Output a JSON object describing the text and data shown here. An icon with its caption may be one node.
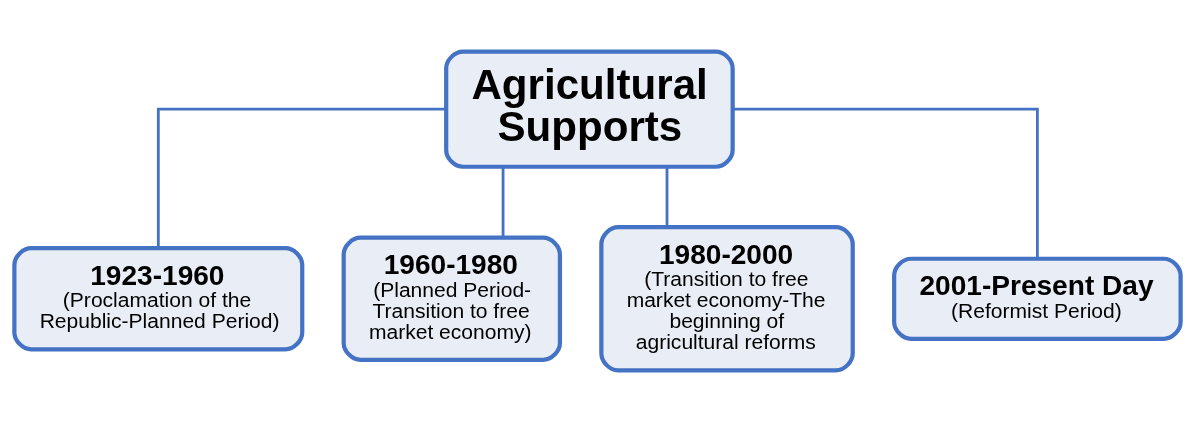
{
  "diagram": {
    "nodes": [
      {
        "text": [
          "Agricultural Supports"
        ]
      },
      {
        "text": [
          "1923-1960",
          "(Proclamation of the Republic-Planned Period)"
        ]
      },
      {
        "text": [
          "1960-1980",
          "(Planned Period-Transition to free market economy)"
        ]
      },
      {
        "text": [
          "1980-2000",
          "(Transition to free market economy-The beginning of agricultural reforms"
        ]
      },
      {
        "text": [
          "2001-Present Day",
          "(Reformist Period)"
        ]
      }
    ],
    "edges": [
      {
        "from": 0,
        "to": 1,
        "arrow": "none"
      },
      {
        "from": 0,
        "to": 2,
        "arrow": "none"
      },
      {
        "from": 0,
        "to": 3,
        "arrow": "none"
      },
      {
        "from": 0,
        "to": 4,
        "arrow": "none"
      }
    ]
  }
}
